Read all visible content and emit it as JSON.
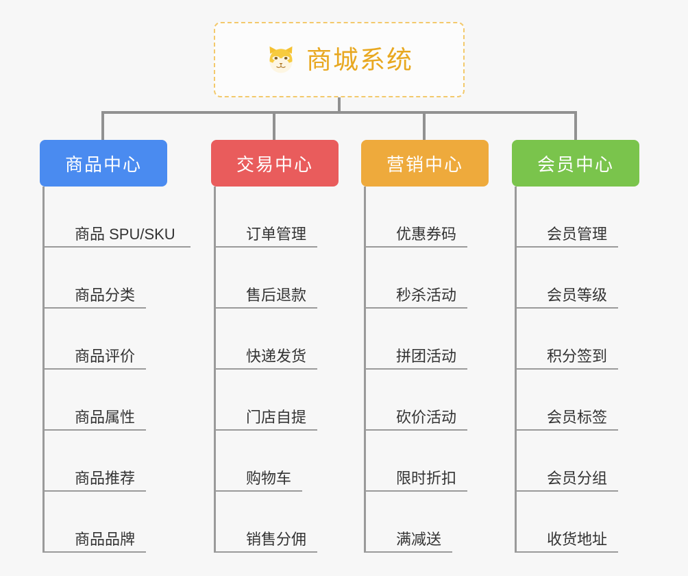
{
  "root": {
    "title": "商城系统",
    "icon": "dog-face-icon",
    "border_color": "#f3c96b",
    "text_color": "#e8a820",
    "background": "#fcfcfc"
  },
  "canvas": {
    "background": "#f7f7f7",
    "connector_color": "#919191"
  },
  "branches": [
    {
      "label": "商品中心",
      "color": "#4a8bf0",
      "items": [
        "商品 SPU/SKU",
        "商品分类",
        "商品评价",
        "商品属性",
        "商品推荐",
        "商品品牌"
      ]
    },
    {
      "label": "交易中心",
      "color": "#e95c5c",
      "items": [
        "订单管理",
        "售后退款",
        "快递发货",
        "门店自提",
        "购物车",
        "销售分佣"
      ]
    },
    {
      "label": "营销中心",
      "color": "#eeaa3c",
      "items": [
        "优惠券码",
        "秒杀活动",
        "拼团活动",
        "砍价活动",
        "限时折扣",
        "满减送"
      ]
    },
    {
      "label": "会员中心",
      "color": "#7ac44c",
      "items": [
        "会员管理",
        "会员等级",
        "积分签到",
        "会员标签",
        "会员分组",
        "收货地址"
      ]
    }
  ]
}
